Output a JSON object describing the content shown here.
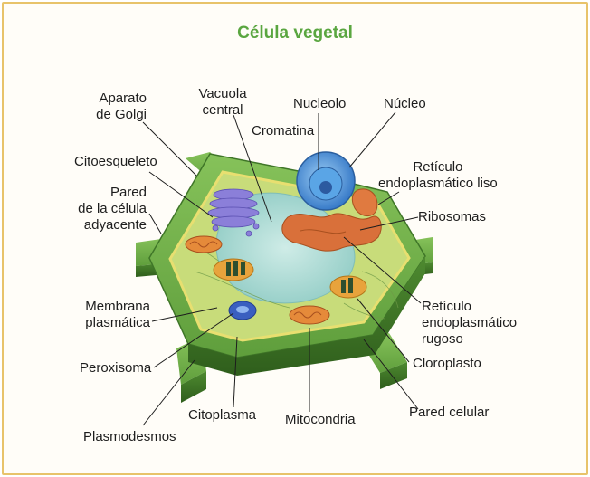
{
  "title": "Célula vegetal",
  "labels": {
    "aparato_golgi": [
      "Aparato",
      "de Golgi"
    ],
    "vacuola_central": [
      "Vacuola",
      "central"
    ],
    "nucleolo": [
      "Nucleolo"
    ],
    "nucleo": [
      "Núcleo"
    ],
    "cromatina": [
      "Cromatina"
    ],
    "citoesqueleto": [
      "Citoesqueleto"
    ],
    "reticulo_liso": [
      "Retículo",
      "endoplasmático liso"
    ],
    "pared_adyacente": [
      "Pared",
      "de la célula",
      "adyacente"
    ],
    "ribosomas": [
      "Ribosomas"
    ],
    "membrana": [
      "Membrana",
      "plasmática"
    ],
    "reticulo_rugoso": [
      "Retículo",
      "endoplasmático",
      "rugoso"
    ],
    "peroxisoma": [
      "Peroxisoma"
    ],
    "cloroplasto": [
      "Cloroplasto"
    ],
    "citoplasma": [
      "Citoplasma"
    ],
    "mitocondria": [
      "Mitocondria"
    ],
    "pared_celular": [
      "Pared celular"
    ],
    "plasmodesmos": [
      "Plasmodesmos"
    ]
  },
  "colors": {
    "title": "#5aa640",
    "wall": "#5f9e3c",
    "cytoplasm": "#c8dc7a",
    "vacuole": "#a9d8d2",
    "nucleus": "#4a90d9",
    "golgi": "#8b7fd9",
    "mitochondria": "#e58a3a",
    "chloroplast": "#e8a33c",
    "er": "#d9703a"
  }
}
